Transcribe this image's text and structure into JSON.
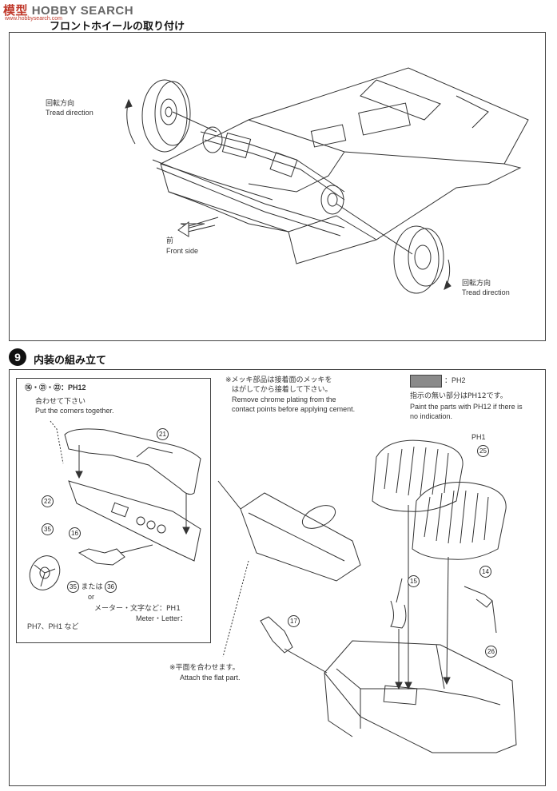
{
  "header": {
    "logo_cn": "模型",
    "logo_en": "HOBBY SEARCH",
    "logo_sub": "www.hobbysearch.com",
    "section8_title": "フロントホイールの取り付け"
  },
  "section8": {
    "tread_jp_1": "回転方向",
    "tread_en_1": "Tread direction",
    "front_jp": "前",
    "front_en": "Front side",
    "tread_jp_2": "回転方向",
    "tread_en_2": "Tread direction"
  },
  "section9": {
    "number": "9",
    "title": "内装の組み立て",
    "parts_combo": "⑯・㉑・㉒：PH12",
    "corners_jp": "合わせて下さい",
    "corners_en": "Put the corners together.",
    "note_chrome_jp_1": "※メッキ部品は接着面のメッキを",
    "note_chrome_jp_2": "はがしてから接着して下さい。",
    "note_chrome_en_1": "Remove chrome plating from the",
    "note_chrome_en_2": "contact points before applying cement.",
    "swatch_code": "：PH2",
    "no_indication_jp": "指示の無い部分はPH12です。",
    "no_indication_en_1": "Paint the parts with PH12 if there is",
    "no_indication_en_2": "no indication.",
    "seat_paint": "PH1",
    "part_21": "21",
    "part_22": "22",
    "part_35": "35",
    "part_16": "16",
    "part_35_or": "35",
    "or_jp": "または",
    "part_36": "36",
    "or_en": "or",
    "paint_steering": "PH7、PH1 など",
    "meter_jp": "メーター・文字など：PH1",
    "meter_en": "Meter・Letter：",
    "flat_jp": "※平面を合わせます。",
    "flat_en": "Attach the flat part.",
    "part_25": "25",
    "part_15": "15",
    "part_14": "14",
    "part_17": "17",
    "part_26": "26"
  },
  "colors": {
    "line": "#444444",
    "swatch_gray": "#8a8a8a",
    "logo_red": "#c0392b"
  }
}
